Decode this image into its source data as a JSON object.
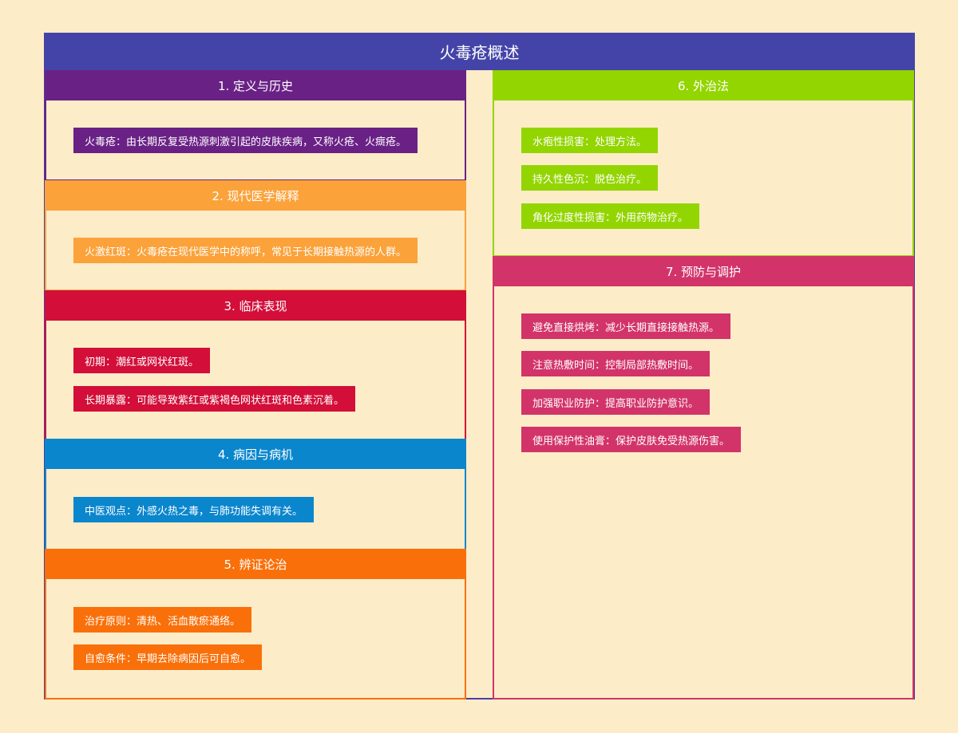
{
  "title": "火毒疮概述",
  "colors": {
    "background": "#fdecc8",
    "title_bar": "#4444a8",
    "frame_border": "#4a3f9f"
  },
  "sections": [
    {
      "heading": "1. 定义与历史",
      "color": "#6a2185",
      "items": [
        "火毒疮：由长期反复受热源刺激引起的皮肤疾病，又称火疮、火癍疮。"
      ]
    },
    {
      "heading": "2. 现代医学解释",
      "color": "#fba23a",
      "items": [
        "火激红斑：火毒疮在现代医学中的称呼，常见于长期接触热源的人群。"
      ]
    },
    {
      "heading": "3. 临床表现",
      "color": "#d20e39",
      "items": [
        "初期：潮红或网状红斑。",
        "长期暴露：可能导致紫红或紫褐色网状红斑和色素沉着。"
      ]
    },
    {
      "heading": "4. 病因与病机",
      "color": "#0a86cd",
      "items": [
        "中医观点：外感火热之毒，与肺功能失调有关。"
      ]
    },
    {
      "heading": "5. 辨证论治",
      "color": "#f9700a",
      "items": [
        "治疗原则：清热、活血散瘀通络。",
        "自愈条件：早期去除病因后可自愈。"
      ]
    },
    {
      "heading": "6. 外治法",
      "color": "#93d500",
      "items": [
        "水疱性损害：处理方法。",
        "持久性色沉：脱色治疗。",
        "角化过度性损害：外用药物治疗。"
      ]
    },
    {
      "heading": "7. 预防与调护",
      "color": "#d2346a",
      "items": [
        "避免直接烘烤：减少长期直接接触热源。",
        "注意热敷时间：控制局部热敷时间。",
        "加强职业防护：提高职业防护意识。",
        "使用保护性油膏：保护皮肤免受热源伤害。"
      ]
    }
  ]
}
